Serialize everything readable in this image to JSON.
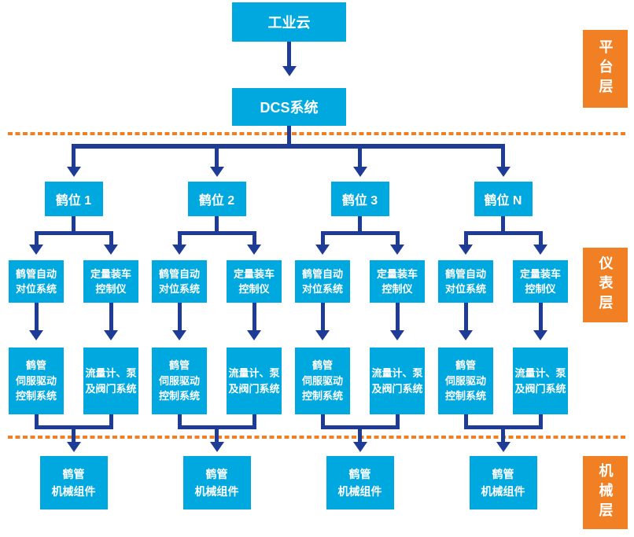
{
  "colors": {
    "node_fill": "#00a8e0",
    "connector": "#1e3c96",
    "layer_fill": "#f08023",
    "node_text": "#ffffff"
  },
  "platform": {
    "cloud_label": "工业云",
    "dcs_label": "DCS系统"
  },
  "layer_labels": {
    "platform": "平台层",
    "instrument": "仪表层",
    "mechanical": "机械层"
  },
  "branches": [
    {
      "label": "鹤位 1",
      "arm_alignment": "鹤管自动\n对位系统",
      "loading_controller": "定量装车\n控制仪",
      "servo_drive": "鹤管\n伺服驱动\n控制系统",
      "flow_pump_valve": "流量计、泵\n及阀门系统",
      "mechanical_parts": "鹤管\n机械组件"
    },
    {
      "label": "鹤位 2",
      "arm_alignment": "鹤管自动\n对位系统",
      "loading_controller": "定量装车\n控制仪",
      "servo_drive": "鹤管\n伺服驱动\n控制系统",
      "flow_pump_valve": "流量计、泵\n及阀门系统",
      "mechanical_parts": "鹤管\n机械组件"
    },
    {
      "label": "鹤位 3",
      "arm_alignment": "鹤管自动\n对位系统",
      "loading_controller": "定量装车\n控制仪",
      "servo_drive": "鹤管\n伺服驱动\n控制系统",
      "flow_pump_valve": "流量计、泵\n及阀门系统",
      "mechanical_parts": "鹤管\n机械组件"
    },
    {
      "label": "鹤位 N",
      "arm_alignment": "鹤管自动\n对位系统",
      "loading_controller": "定量装车\n控制仪",
      "servo_drive": "鹤管\n伺服驱动\n控制系统",
      "flow_pump_valve": "流量计、泵\n及阀门系统",
      "mechanical_parts": "鹤管\n机械组件"
    }
  ]
}
